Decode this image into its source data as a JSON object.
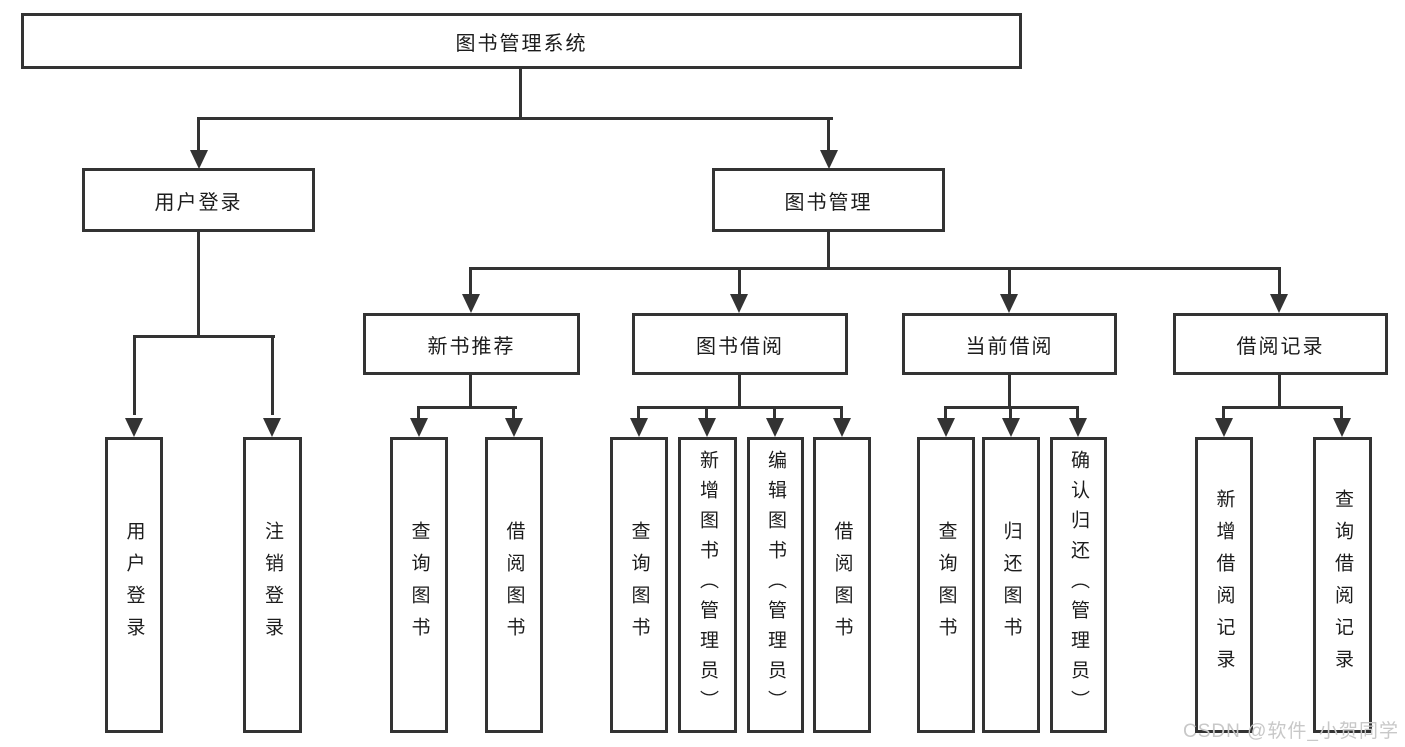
{
  "nodes": {
    "root": "图书管理系统",
    "user_login": "用户登录",
    "book_mgmt": "图书管理",
    "new_book_rec": "新书推荐",
    "book_borrow": "图书借阅",
    "current_borrow": "当前借阅",
    "borrow_record": "借阅记录",
    "user_login_leaf": "用户登录",
    "logout_leaf": "注销登录",
    "query_book_a": "查询图书",
    "borrow_book_a": "借阅图书",
    "query_book_b": "查询图书",
    "add_book": "新增图书（管理员）",
    "edit_book": "编辑图书（管理员）",
    "borrow_book_b": "借阅图书",
    "query_book_c": "查询图书",
    "return_book": "归还图书",
    "confirm_return": "确认归还（管理员）",
    "add_borrow_record": "新增借阅记录",
    "query_borrow_record": "查询借阅记录"
  },
  "hierarchy": [
    {
      "parent": "图书管理系统",
      "children": [
        "用户登录",
        "图书管理"
      ]
    },
    {
      "parent": "用户登录",
      "children": [
        "用户登录",
        "注销登录"
      ]
    },
    {
      "parent": "图书管理",
      "children": [
        "新书推荐",
        "图书借阅",
        "当前借阅",
        "借阅记录"
      ]
    },
    {
      "parent": "新书推荐",
      "children": [
        "查询图书",
        "借阅图书"
      ]
    },
    {
      "parent": "图书借阅",
      "children": [
        "查询图书",
        "新增图书（管理员）",
        "编辑图书（管理员）",
        "借阅图书"
      ]
    },
    {
      "parent": "当前借阅",
      "children": [
        "查询图书",
        "归还图书",
        "确认归还（管理员）"
      ]
    },
    {
      "parent": "借阅记录",
      "children": [
        "新增借阅记录",
        "查询借阅记录"
      ]
    }
  ],
  "watermark": "CSDN @软件_小贺同学",
  "colors": {
    "line": "#333333",
    "node_border": "#333333",
    "node_fill": "#ffffff",
    "text": "#1c1c1c",
    "watermark": "#c8c8c8",
    "canvas": "#ffffff"
  }
}
